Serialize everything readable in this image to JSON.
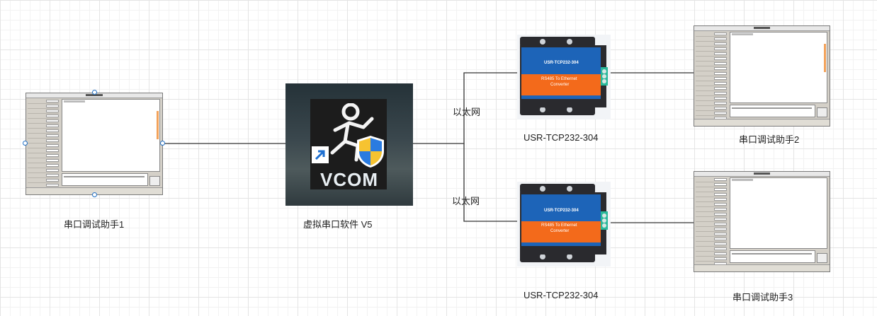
{
  "nodes": {
    "assistant1": {
      "label": "串口调试助手1"
    },
    "assistant2": {
      "label": "串口调试助手2"
    },
    "assistant3": {
      "label": "串口调试助手3"
    },
    "vcom": {
      "label": "虚拟串口软件 V5",
      "icon_text": "VCOM"
    },
    "device_top": {
      "label": "USR-TCP232-304",
      "model_text": "USR-TCP232-304",
      "desc_line1": "RS485 To Ethernet",
      "desc_line2": "Converter"
    },
    "device_bottom": {
      "label": "USR-TCP232-304",
      "model_text": "USR-TCP232-304",
      "desc_line1": "RS485 To Ethernet",
      "desc_line2": "Converter"
    }
  },
  "edges": {
    "ethernet_top": "以太网",
    "ethernet_bottom": "以太网"
  },
  "colors": {
    "device_blue": "#1d64b8",
    "device_orange": "#f36a1b",
    "device_dark": "#2a2a2e",
    "terminal_green": "#29b89a",
    "line": "#333333",
    "selection": "#1f6fc5"
  }
}
